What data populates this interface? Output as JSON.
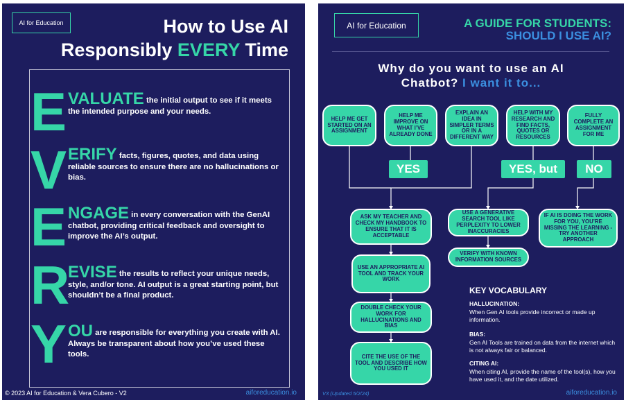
{
  "left": {
    "logo": "AI for Education",
    "title_line1": "How to Use AI",
    "title_line2_pre": "Responsibly ",
    "title_line2_accent": "EVERY",
    "title_line2_post": " Time",
    "sections": [
      {
        "letter": "E",
        "keyword": "VALUATE",
        "text": " the initial output to see if it meets the intended purpose and your needs."
      },
      {
        "letter": "V",
        "keyword": "ERIFY",
        "text": " facts, figures, quotes, and data using reliable sources to ensure there are no hallucinations or bias."
      },
      {
        "letter": "E",
        "keyword": "NGAGE",
        "text": " in every conversation with the GenAI chatbot, providing critical feedback and oversight to improve the AI’s output."
      },
      {
        "letter": "R",
        "keyword": "EVISE",
        "text": " the results to reflect your unique needs, style, and/or tone. AI output is a great starting point, but shouldn’t be a final product."
      },
      {
        "letter": "Y",
        "keyword": "OU",
        "text": " are responsible for everything you create with AI. Always be transparent about how you’ve used these tools."
      }
    ],
    "footer_left": "© 2023 AI for Education & Vera Cubero - V2",
    "footer_right": "aiforeducation.io"
  },
  "right": {
    "logo": "AI for Education",
    "title_line1": "A GUIDE FOR STUDENTS:",
    "title_line2": "SHOULD I USE AI?",
    "question_line1": "Why do you want to use an AI",
    "question_line2_pre": "Chatbot? ",
    "question_line2_accent": "I want it to...",
    "options": [
      "HELP ME GET STARTED ON AN ASSIGNMENT",
      "HELP ME IMPROVE ON WHAT I’VE ALREADY DONE",
      "EXPLAIN AN IDEA IN SIMPLER TERMS OR IN A DIFFERENT WAY",
      "HELP WITH MY RESEARCH AND FIND FACTS, QUOTES OR RESOURCES",
      "FULLY COMPLETE AN ASSIGNMENT FOR ME"
    ],
    "answers": {
      "yes": "YES",
      "yes_but": "YES, but",
      "no": "NO"
    },
    "yes_steps": [
      "ASK MY TEACHER AND CHECK MY HANDBOOK TO ENSURE THAT IT IS ACCEPTABLE",
      "USE AN APPROPRIATE AI TOOL AND TRACK YOUR WORK",
      "DOUBLE CHECK YOUR WORK FOR HALLUCINATIONS AND BIAS",
      "CITE THE USE OF THE TOOL AND DESCRIBE HOW YOU USED IT"
    ],
    "yesbut_steps": [
      "USE A GENERATIVE SEARCH TOOL LIKE PERPLEXITY TO LOWER INACCURACIES",
      "VERIFY WITH KNOWN INFORMATION SOURCES"
    ],
    "no_step": "IF AI IS DOING THE WORK FOR YOU, YOU’RE MISSING THE LEARNING - TRY ANOTHER APPROACH",
    "vocab": {
      "heading": "KEY VOCABULARY",
      "items": [
        {
          "term": "HALLUCINATION:",
          "def": "When Gen AI tools provide incorrect or made up information."
        },
        {
          "term": "BIAS:",
          "def": "Gen AI Tools are trained on data from the internet which is not always fair or balanced."
        },
        {
          "term": "CITING AI:",
          "def": "When citing AI, provide the name of the tool(s), how you have used it, and the date utilized."
        }
      ]
    },
    "footer_left": "V3 (Updated 5/2/24)",
    "footer_right": "aiforeducation.io"
  },
  "colors": {
    "navy": "#1d1d5e",
    "accent": "#36d6a8",
    "blue": "#3b8fe0"
  }
}
